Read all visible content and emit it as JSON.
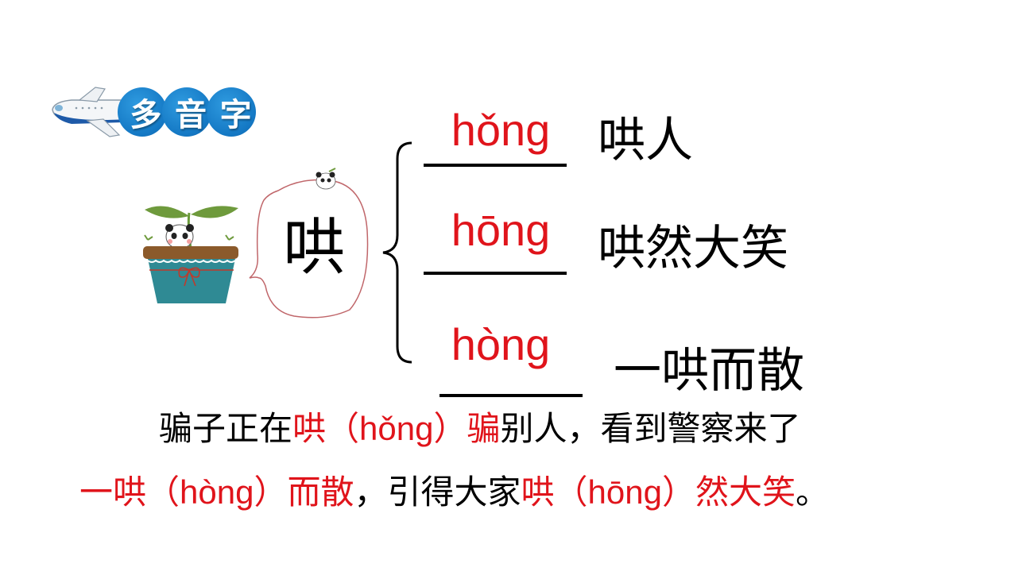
{
  "title_badge": {
    "label": "多音字",
    "chars": [
      "多",
      "音",
      "字"
    ],
    "icon": "airplane-icon",
    "color": "#1478c4"
  },
  "main_character": "哄",
  "colors": {
    "pinyin": "#e0141b",
    "text": "#000000",
    "background": "#ffffff"
  },
  "readings": [
    {
      "pinyin": "hǒng",
      "word": "哄人"
    },
    {
      "pinyin": "hōng",
      "word": "哄然大笑"
    },
    {
      "pinyin": "hòng",
      "word": "一哄而散"
    }
  ],
  "sentence": {
    "line1": [
      {
        "text": "骗子正在",
        "color": "black"
      },
      {
        "text": "哄",
        "color": "red"
      },
      {
        "text": "（",
        "color": "red"
      },
      {
        "text": "hǒng",
        "color": "red"
      },
      {
        "text": "）",
        "color": "red"
      },
      {
        "text": "骗",
        "color": "red"
      },
      {
        "text": "别人，看到警察来了",
        "color": "black"
      }
    ],
    "line2": [
      {
        "text": "一哄",
        "color": "red"
      },
      {
        "text": "（",
        "color": "red"
      },
      {
        "text": "hòng",
        "color": "red"
      },
      {
        "text": "）",
        "color": "red"
      },
      {
        "text": "而散",
        "color": "red"
      },
      {
        "text": "，引得大家",
        "color": "black"
      },
      {
        "text": "哄",
        "color": "red"
      },
      {
        "text": "（",
        "color": "red"
      },
      {
        "text": "hōng",
        "color": "red"
      },
      {
        "text": "）",
        "color": "red"
      },
      {
        "text": "然大笑",
        "color": "red"
      },
      {
        "text": "。",
        "color": "black"
      }
    ]
  }
}
